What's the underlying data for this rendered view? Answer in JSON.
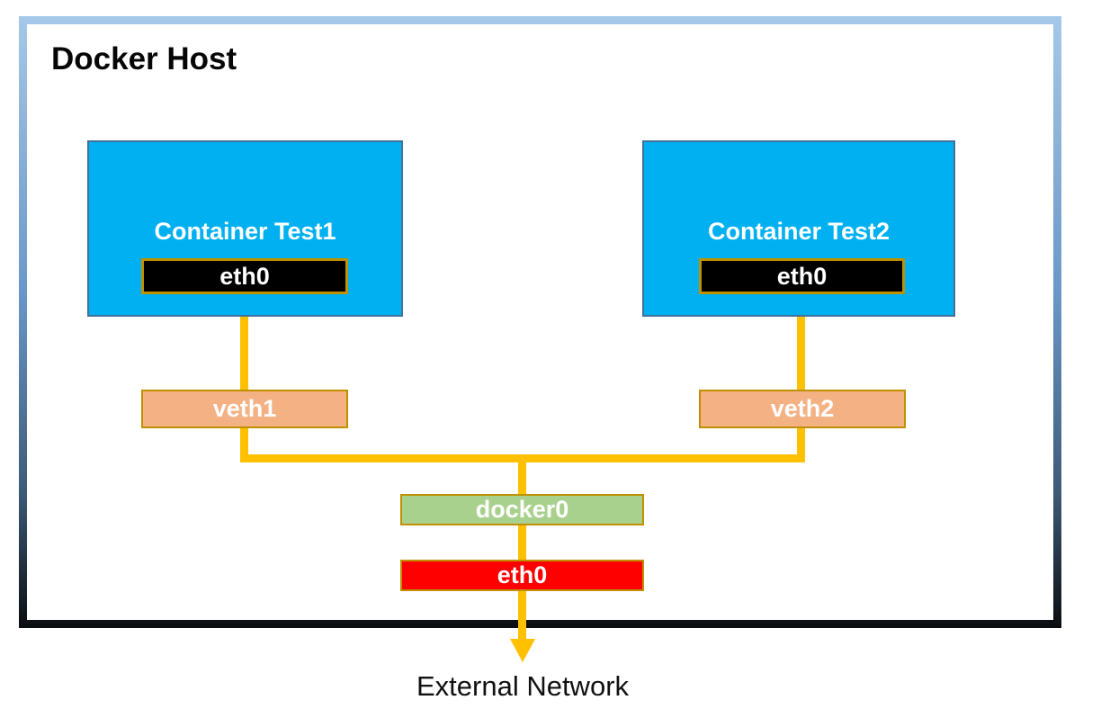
{
  "diagram": {
    "title": "Docker Host",
    "containers": [
      {
        "label": "Container Test1",
        "interface_label": "eth0"
      },
      {
        "label": "Container Test2",
        "interface_label": "eth0"
      }
    ],
    "veth_nodes": [
      {
        "label": "veth1"
      },
      {
        "label": "veth2"
      }
    ],
    "bridge_label": "docker0",
    "host_interface_label": "eth0",
    "external_label": "External Network"
  },
  "colors": {
    "container_fill": "#00B0F0",
    "container_border": "#41719C",
    "interface_fill": "#000000",
    "gold_border": "#BF9000",
    "veth_fill": "#F4B183",
    "bridge_fill": "#A9D18E",
    "host_interface_fill": "#FF0000",
    "connector": "#FFC000",
    "frame_gradient_top": "#A5C8E8",
    "frame_gradient_bottom": "#0B0D10",
    "text_dark": "#060606",
    "text_light": "#FFFFFF"
  }
}
